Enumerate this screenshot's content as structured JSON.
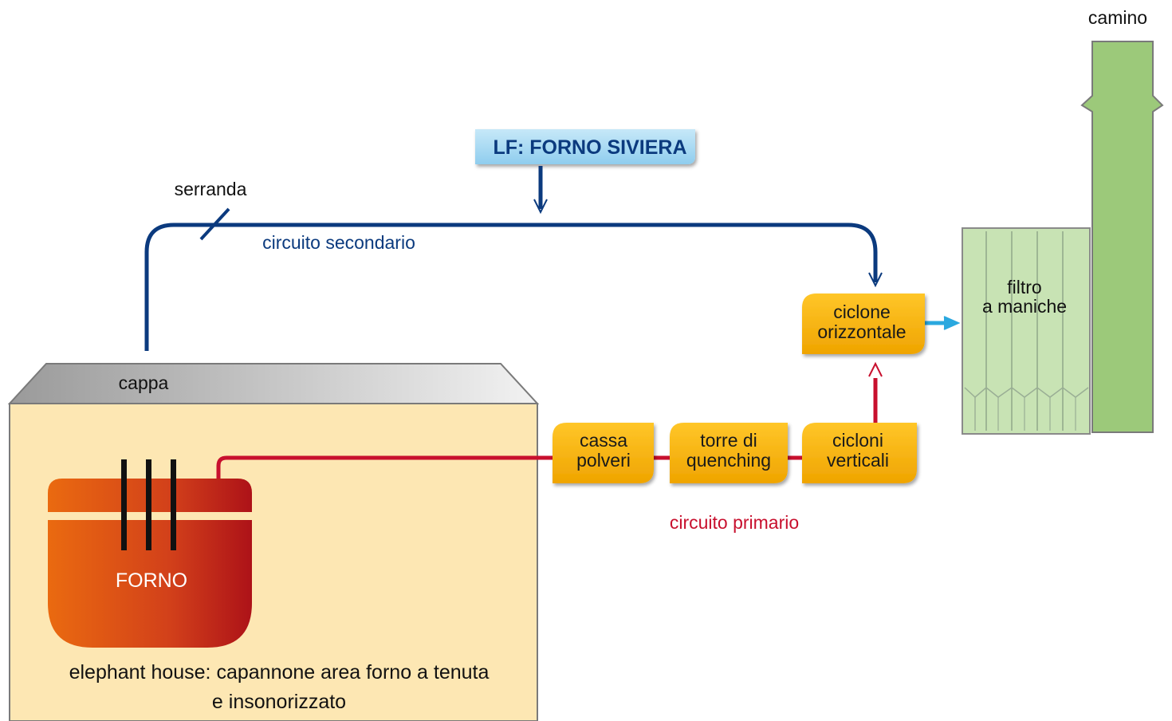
{
  "labels": {
    "camino": "camino",
    "lf_furnace": "LF: FORNO SIVIERA",
    "serranda": "serranda",
    "secondary_circuit": "circuito secondario",
    "primary_circuit": "circuito primario",
    "bag_filter_line1": "filtro",
    "bag_filter_line2": "a maniche",
    "hood": "cappa",
    "furnace": "FORNO",
    "elephant_house_line1": "elephant house: capannone area forno a tenuta",
    "elephant_house_line2": "e insonorizzato"
  },
  "components": {
    "dust_box": {
      "line1": "cassa",
      "line2": "polveri"
    },
    "quench_tower": {
      "line1": "torre di",
      "line2": "quenching"
    },
    "vertical_cyclones": {
      "line1": "cicloni",
      "line2": "verticali"
    },
    "horizontal_cyclone": {
      "line1": "ciclone",
      "line2": "orizzontale"
    }
  },
  "colors": {
    "secondary_duct": "#0b3a7e",
    "primary_duct": "#c8102e",
    "clean_flow_arrow": "#2aa8df",
    "component_box": "#f7b500",
    "filter": "#c8e3b4",
    "chimney": "#9cc97a",
    "building": "#fde7b3",
    "furnace": "#c8301a",
    "lf_banner": "#9fd6f2"
  }
}
